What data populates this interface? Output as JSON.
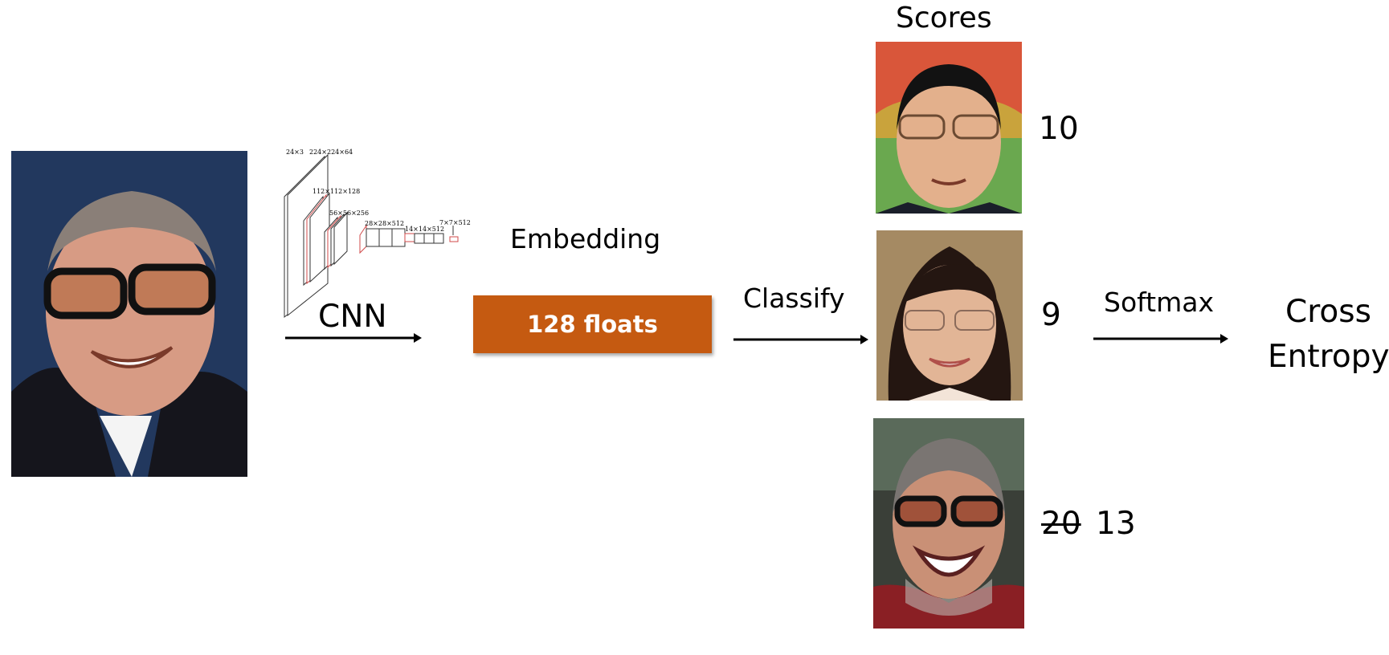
{
  "labels": {
    "cnn": "CNN",
    "embedding": "Embedding",
    "classify": "Classify",
    "softmax": "Softmax",
    "cross_entropy_line1": "Cross",
    "cross_entropy_line2": "Entropy",
    "scores": "Scores"
  },
  "embedding_box": {
    "text": "128  floats",
    "color": "#c55a11"
  },
  "cnn_dims": {
    "d1": "24×3",
    "d2": "224×224×64",
    "d3": "112×112×128",
    "d4": "56×56×256",
    "d5": "28×28×512",
    "d6": "14×14×512",
    "d7": "7×7×512"
  },
  "scores": [
    {
      "value": "10",
      "old_value": ""
    },
    {
      "value": "9",
      "old_value": ""
    },
    {
      "value": "13",
      "old_value": "20"
    }
  ]
}
